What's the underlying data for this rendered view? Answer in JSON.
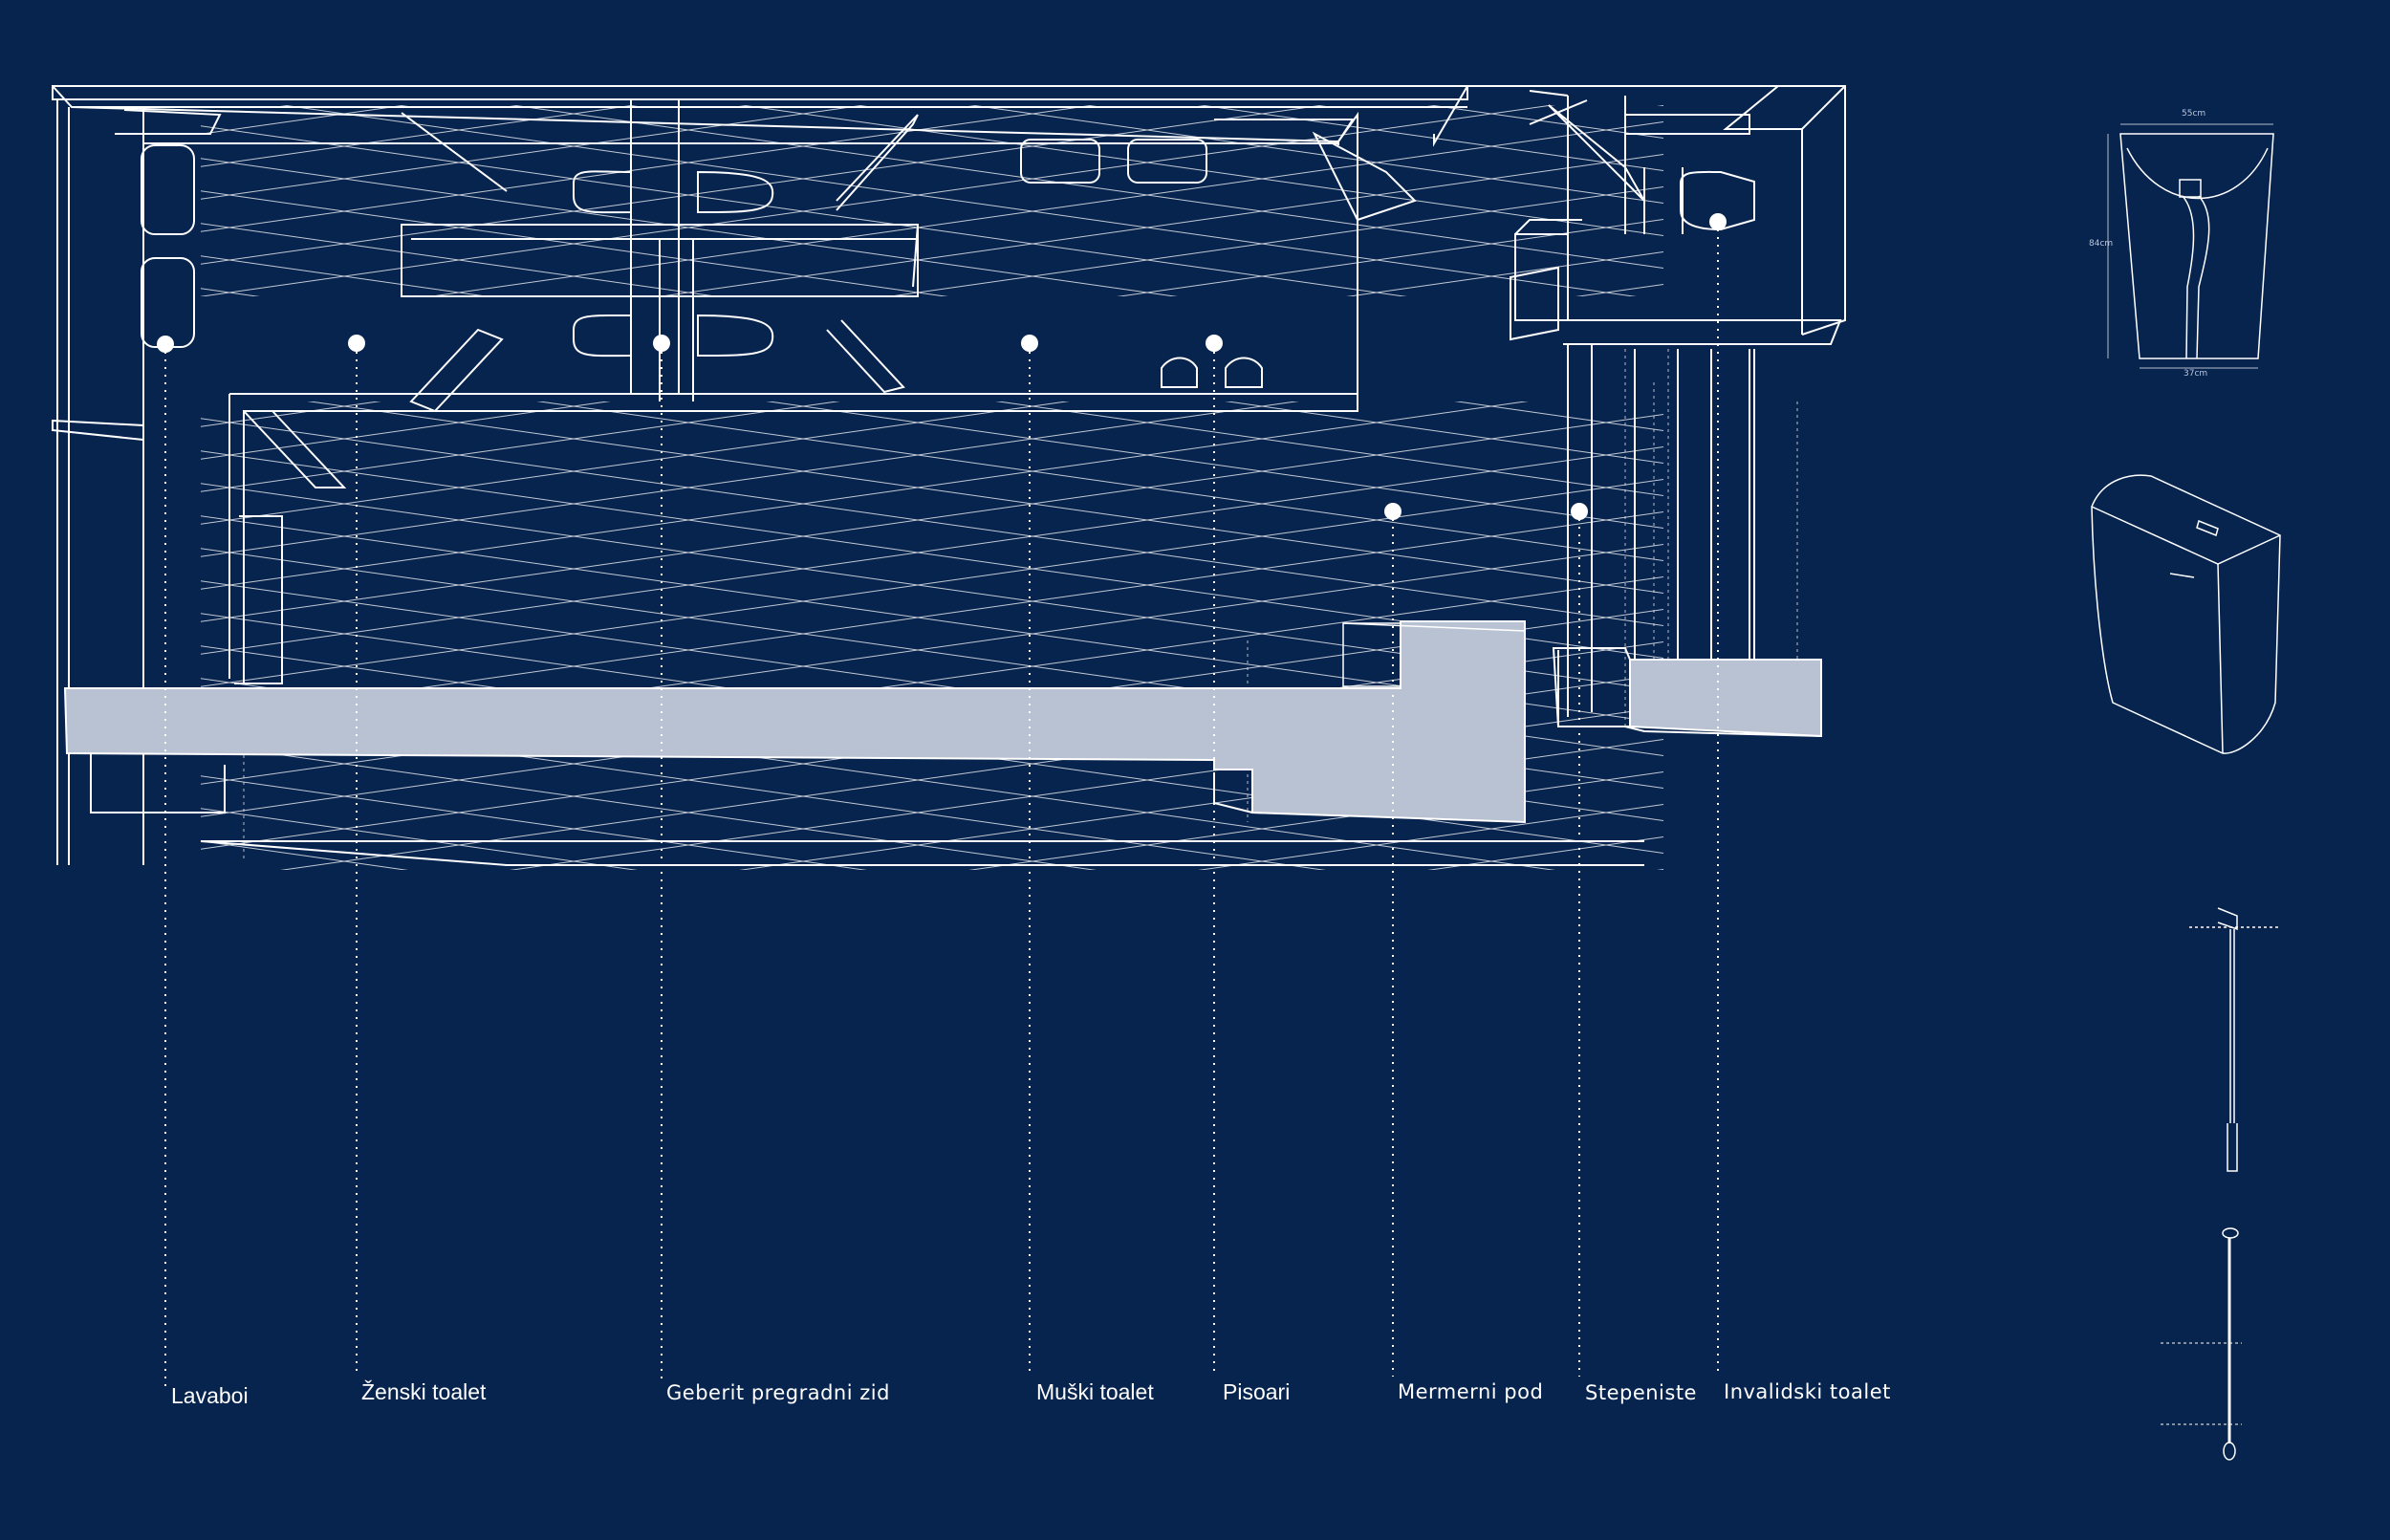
{
  "colors": {
    "background": "#07244f",
    "line": "#ffffff",
    "slab": "#b8c2d2"
  },
  "labels": {
    "lavaboi": "Lavaboi",
    "zenski_toalet": "Ženski toalet",
    "geberit": "Geberit pregradni zid",
    "muski_toalet": "Muški toalet",
    "pisoari": "Pisoari",
    "mermerni_pod": "Mermerni pod",
    "stepeniste": "Stepeniste",
    "invalidski_toalet": "Invalidski toalet"
  },
  "detail": {
    "width_top": "55cm",
    "height": "84cm",
    "width_bottom": "37cm"
  }
}
